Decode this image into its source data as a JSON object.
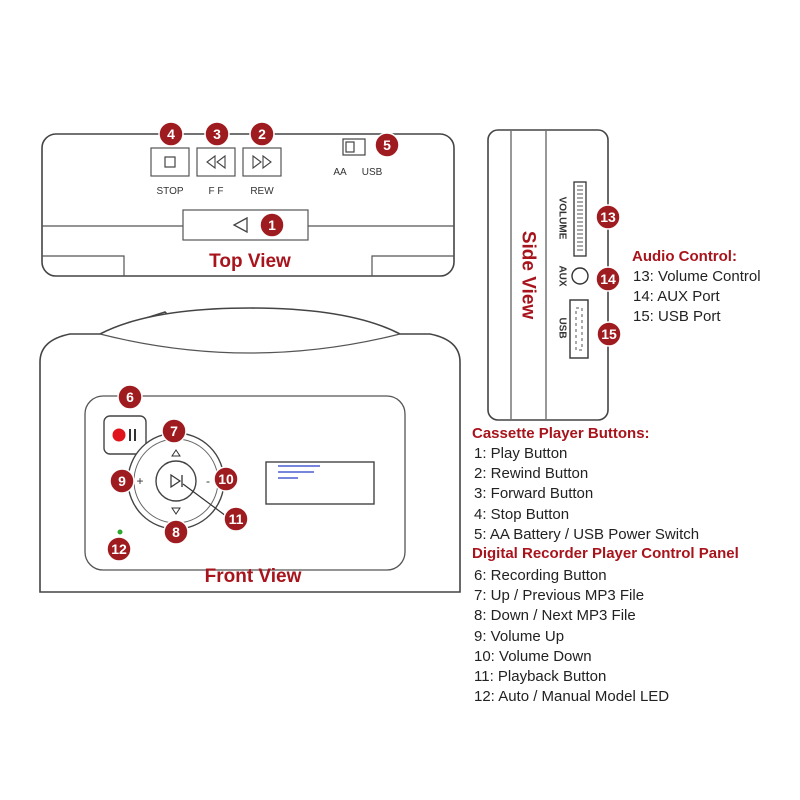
{
  "views": {
    "top": "Top View",
    "side": "Side View",
    "front": "Front View"
  },
  "top_panel": {
    "stop": "STOP",
    "ff": "F F",
    "rew": "REW",
    "aa": "AA",
    "usb": "USB"
  },
  "side_panel": {
    "volume": "VOLUME",
    "aux": "AUX",
    "usb": "USB"
  },
  "front_panel": {
    "plus": "+",
    "minus": "-"
  },
  "badges": [
    "1",
    "2",
    "3",
    "4",
    "5",
    "6",
    "7",
    "8",
    "9",
    "10",
    "11",
    "12",
    "13",
    "14",
    "15"
  ],
  "audio_control": {
    "heading": "Audio Control:",
    "items": [
      "13: Volume Control",
      "14: AUX Port",
      "15: USB Port"
    ]
  },
  "cassette_buttons": {
    "heading": "Cassette Player Buttons:",
    "items": [
      "1: Play Button",
      "2: Rewind Button",
      "3: Forward Button",
      "4: Stop Button",
      "5: AA Battery / USB Power Switch"
    ]
  },
  "recorder_panel": {
    "heading": "Digital Recorder Player Control Panel",
    "items": [
      "6: Recording Button",
      "7: Up / Previous MP3 File",
      "8: Down / Next MP3 File",
      "9: Volume Up",
      "10: Volume Down",
      "11: Playback Button",
      "12: Auto / Manual Model LED"
    ]
  },
  "colors": {
    "accent": "#a8141c",
    "badge": "#9e1b1f",
    "record_dot": "#e0141c",
    "led": "#2fa82f",
    "display_lines": "#4a5fd0"
  }
}
